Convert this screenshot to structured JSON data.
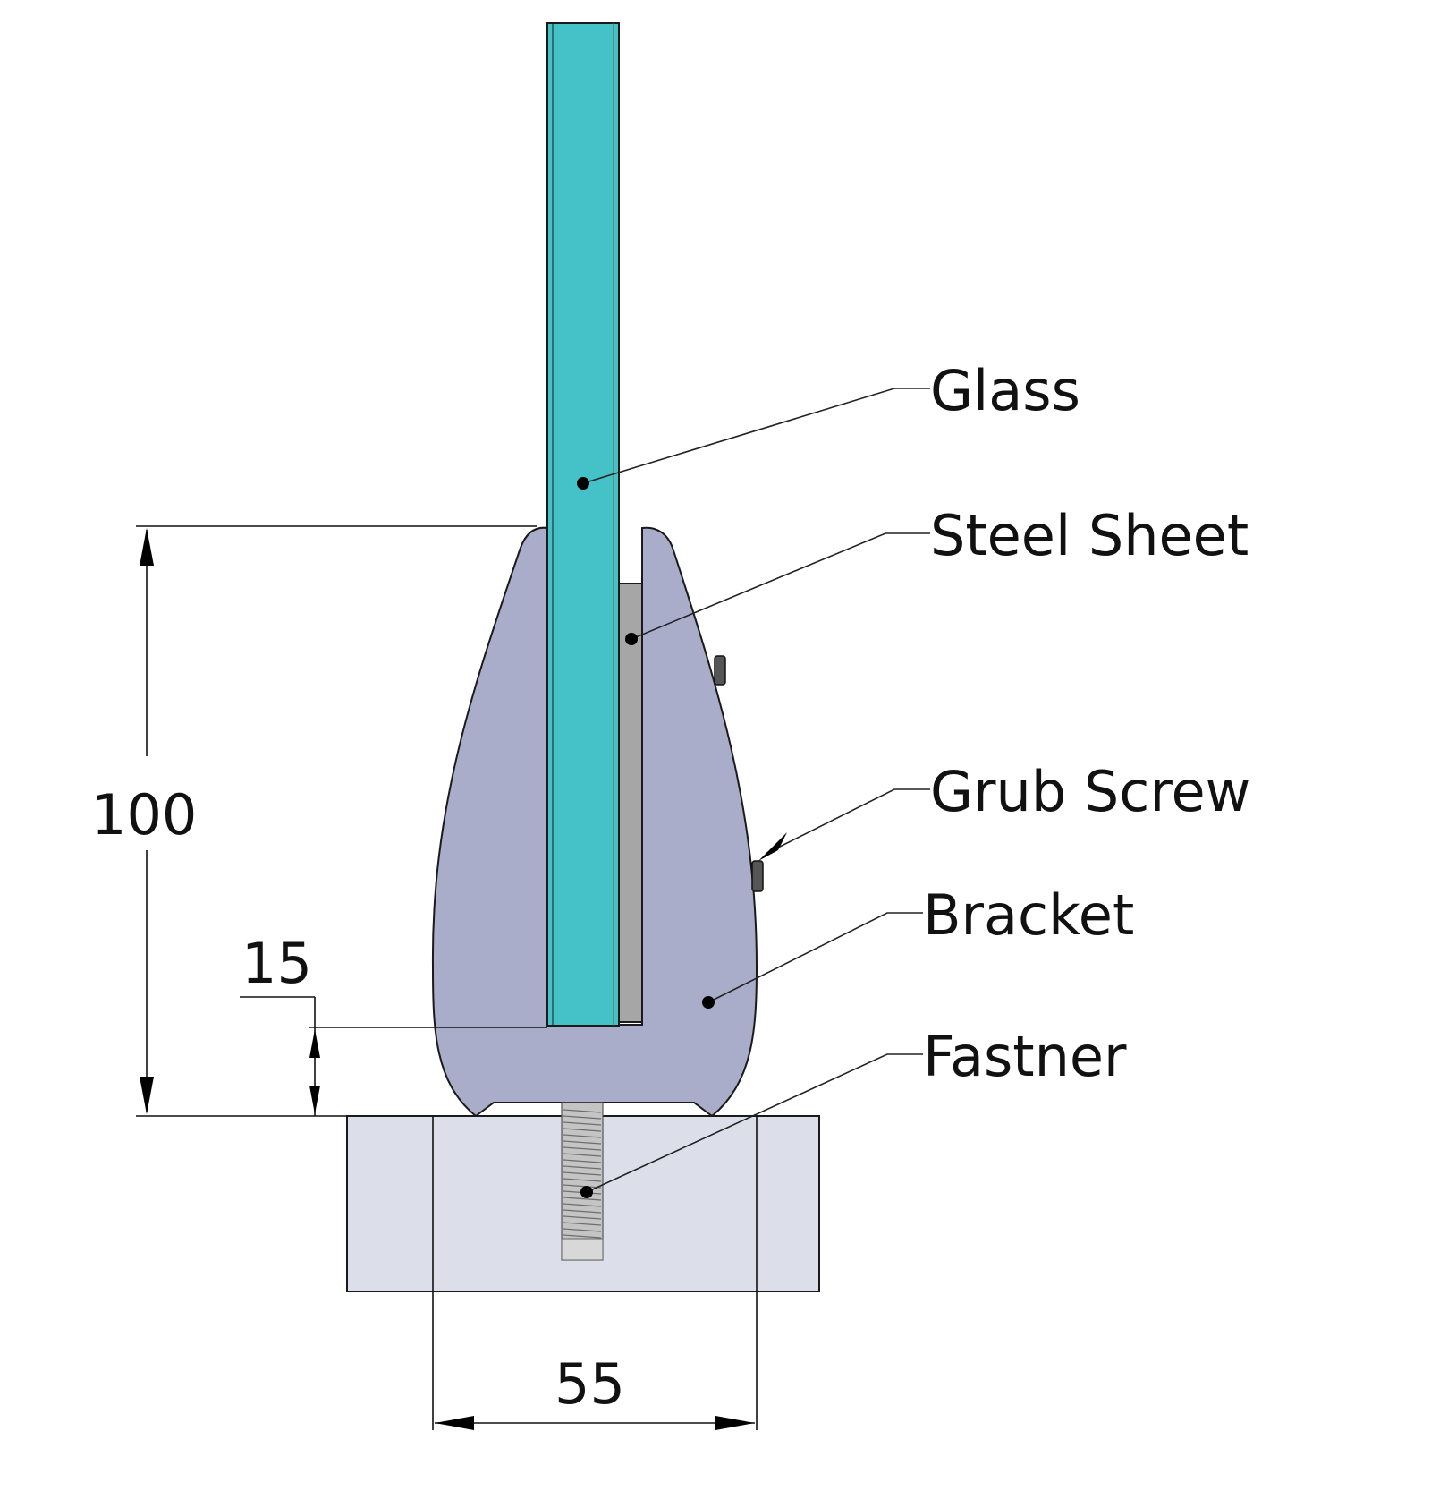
{
  "callouts": {
    "glass": "Glass",
    "steel_sheet": "Steel Sheet",
    "grub_screw": "Grub Screw",
    "bracket": "Bracket",
    "fastner": "Fastner"
  },
  "dimensions": {
    "height": "100",
    "base_thickness": "15",
    "width": "55"
  },
  "colors": {
    "glass": "#45c1c8",
    "bracket": "#a9adc9",
    "steel_sheet": "#a6a6a6",
    "base": "#dcdfea"
  }
}
